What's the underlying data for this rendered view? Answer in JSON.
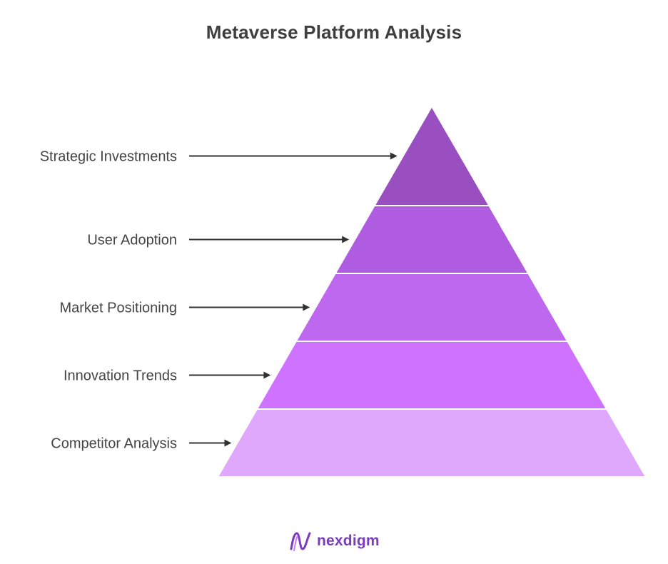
{
  "title": "Metaverse Platform Analysis",
  "levels": [
    {
      "label": "Strategic Investments",
      "color": "#9a4fc1"
    },
    {
      "label": "User Adoption",
      "color": "#b05ce0"
    },
    {
      "label": "Market Positioning",
      "color": "#bd68ee"
    },
    {
      "label": "Innovation Trends",
      "color": "#cf72ff"
    },
    {
      "label": "Competitor Analysis",
      "color": "#e0a8fc"
    }
  ],
  "arrow_color": "#333333",
  "logo": {
    "text": "nexdigm",
    "icon": "nexdigm-logo-icon"
  }
}
